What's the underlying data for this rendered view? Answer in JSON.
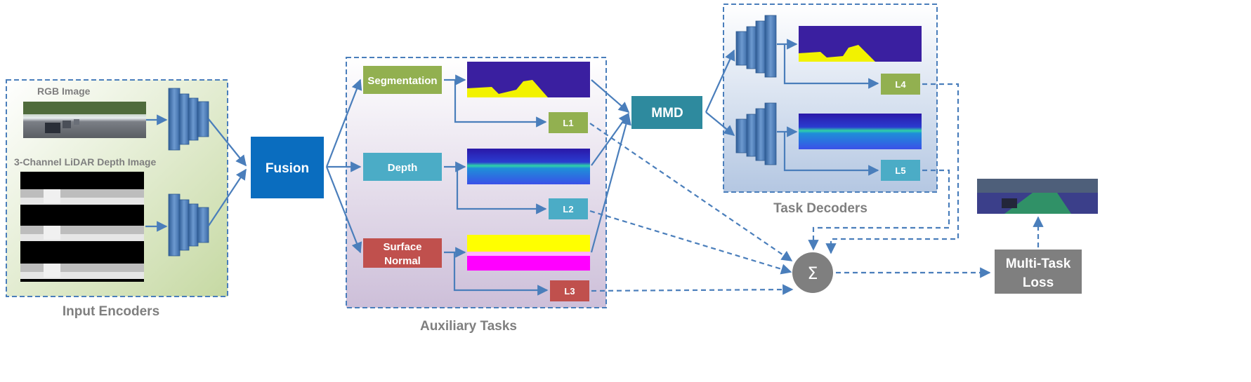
{
  "groups": {
    "input_encoders": "Input Encoders",
    "auxiliary_tasks": "Auxiliary Tasks",
    "task_decoders": "Task Decoders"
  },
  "inputs": {
    "rgb_label": "RGB Image",
    "lidar_label": "3-Channel LiDAR Depth Image"
  },
  "nodes": {
    "fusion": "Fusion",
    "mmd": "MMD",
    "segmentation": "Segmentation",
    "depth": "Depth",
    "surface_normal_line1": "Surface",
    "surface_normal_line2": "Normal",
    "sum_symbol": "Σ",
    "multi_task_line1": "Multi-Task",
    "multi_task_line2": "Loss"
  },
  "losses": [
    "L1",
    "L2",
    "L3",
    "L4",
    "L5"
  ],
  "colors": {
    "arrow": "#4a7ebb",
    "segmentation": "#92b050",
    "depth": "#4bacc6",
    "surface_normal": "#c0504d",
    "fusion": "#0a6dbf",
    "mmd": "#2e8a9e",
    "sum": "#7f7f7f",
    "multi_task": "#7f7f7f",
    "group_text": "#7f7f7f",
    "seg_map_bg": "#3a1fa0",
    "seg_map_fg": "#f2f200",
    "normal_top": "#ffff00",
    "normal_bottom": "#ff00ff"
  }
}
